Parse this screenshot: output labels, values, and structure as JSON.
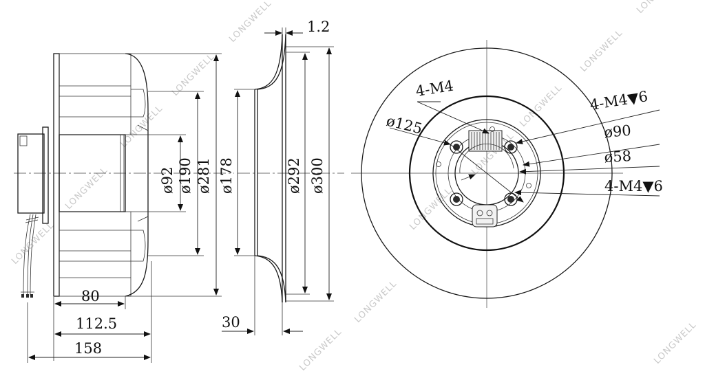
{
  "watermark": "LONGWELL",
  "side_view": {
    "dimensions": {
      "d_inlet": "ø92",
      "d_motor": "ø190",
      "d_wheel": "ø281",
      "len_80": "80",
      "len_112": "112.5",
      "len_158": "158"
    }
  },
  "inlet_ring": {
    "dimensions": {
      "d_throat": "ø178",
      "d_flange_inner": "ø292",
      "d_flange_outer": "ø300",
      "thickness": "1.2",
      "depth": "30"
    }
  },
  "front_view": {
    "callouts": {
      "m4_thru": "4-M4",
      "m4_depth_top": "4-M4▼6",
      "m4_depth_bottom": "4-M4▼6",
      "d_bolt_circle": "ø125",
      "d_90": "ø90",
      "d_58": "ø58"
    }
  }
}
